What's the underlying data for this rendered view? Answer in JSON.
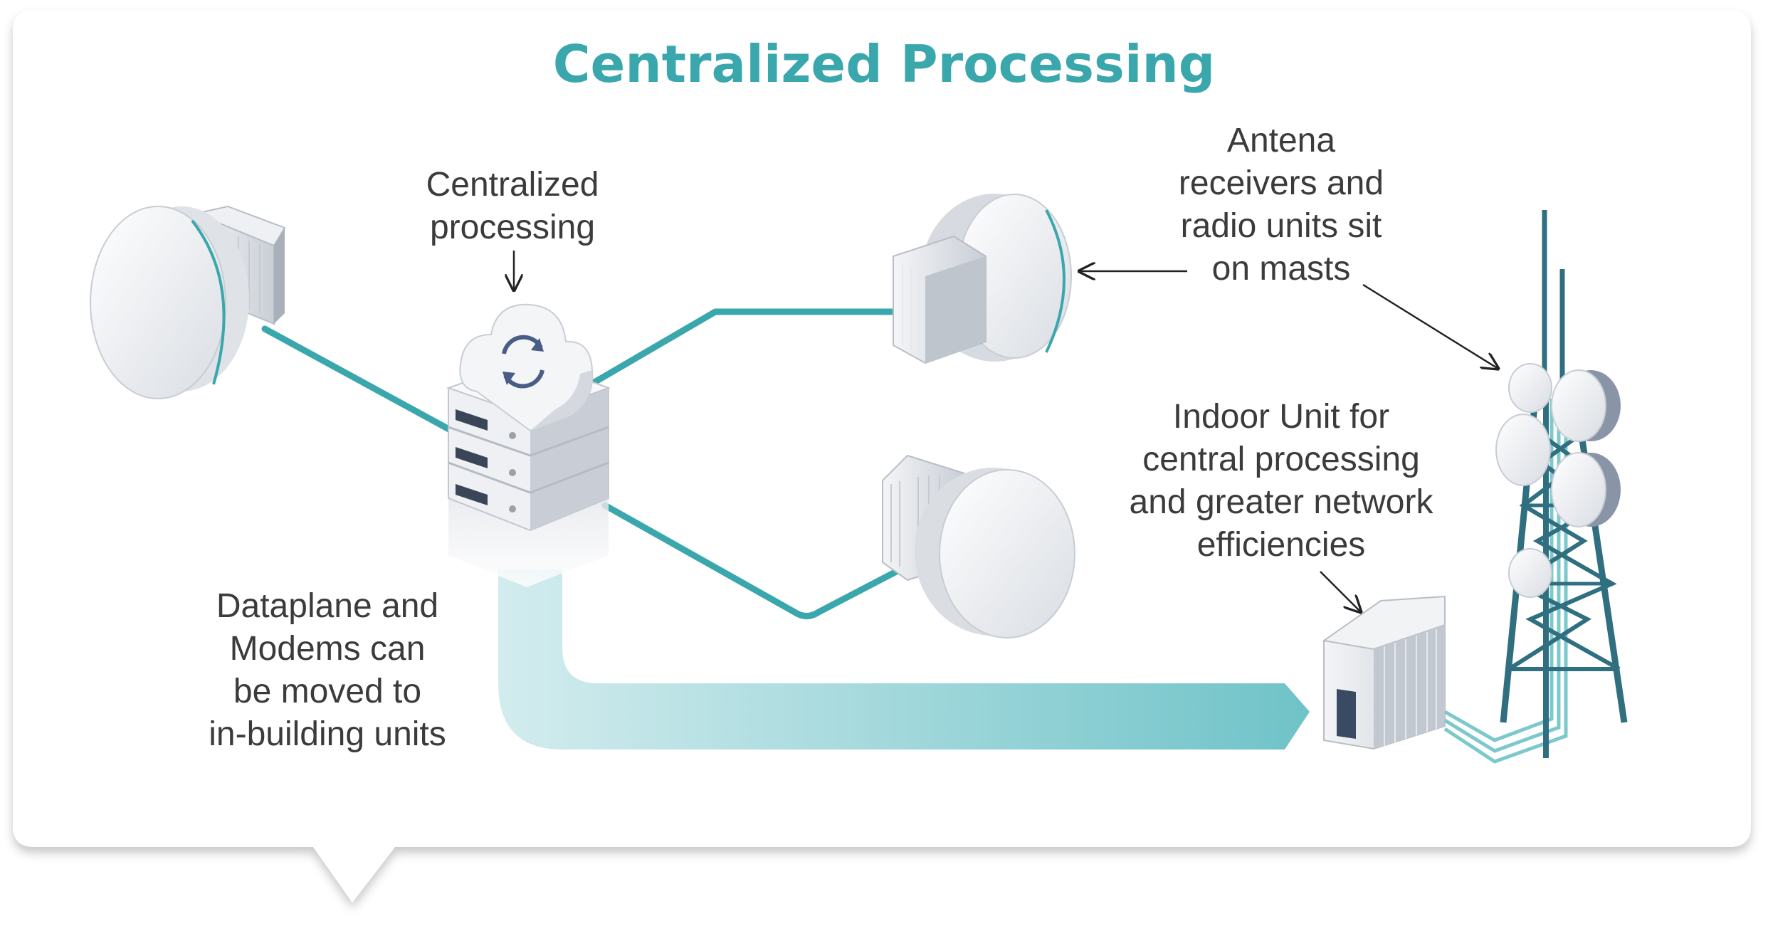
{
  "title": "Centralized Processing",
  "labels": {
    "centralized": [
      "Centralized",
      "processing"
    ],
    "antenna": [
      "Antena",
      "receivers and",
      "radio units sit",
      "on masts"
    ],
    "indoor": [
      "Indoor Unit for",
      "central processing",
      "and greater network",
      "efficiencies"
    ],
    "dataplane": [
      "Dataplane and",
      "Modems can",
      "be moved to",
      "in-building units"
    ]
  },
  "colors": {
    "accent": "#3aa7ad",
    "link": "#3aa7ad",
    "tower": "#2f6f80",
    "arrow_band": "#7cc8cc",
    "text": "#3b3b3b"
  },
  "icons": [
    "dish-antenna-icon",
    "server-stack-icon",
    "cloud-sync-icon",
    "indoor-unit-icon",
    "cell-tower-icon"
  ]
}
